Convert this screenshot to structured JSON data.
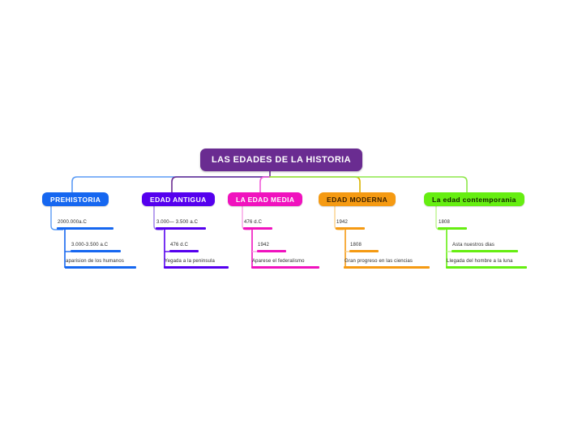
{
  "diagram": {
    "type": "mind-map",
    "root": {
      "label": "LAS EDADES DE LA HISTORIA",
      "color": "#6a2c91",
      "text_color": "#ffffff"
    },
    "branches": [
      {
        "label": "PREHISTORIA",
        "color": "#1667f0",
        "text_color": "#ffffff",
        "leaves": [
          {
            "label": "2000.000a.C"
          },
          {
            "label": "3.000-3.500 a.C"
          },
          {
            "label": "aparision de los humanos"
          }
        ]
      },
      {
        "label": "EDAD ANTIGUA",
        "color": "#5500ee",
        "text_color": "#ffffff",
        "leaves": [
          {
            "label": "3.000— 3.500 a.C"
          },
          {
            "label": "476 d.C"
          },
          {
            "label": "Yegada a la peninsula"
          }
        ]
      },
      {
        "label": "LA EDAD MEDIA",
        "color": "#f012be",
        "text_color": "#ffffff",
        "leaves": [
          {
            "label": "476 d.C"
          },
          {
            "label": "1942"
          },
          {
            "label": "Aparese el federalismo"
          }
        ]
      },
      {
        "label": "EDAD MODERNA",
        "color": "#f59a12",
        "text_color": "#3d2200",
        "leaves": [
          {
            "label": "1942"
          },
          {
            "label": "1808"
          },
          {
            "label": "Gran progreso en las ciencias"
          }
        ]
      },
      {
        "label": "La edad contemporania",
        "color": "#66ee11",
        "text_color": "#102200",
        "leaves": [
          {
            "label": "1808"
          },
          {
            "label": "Asta nuestros dias"
          },
          {
            "label": "Llegada del hombre a la luna"
          }
        ]
      }
    ]
  }
}
